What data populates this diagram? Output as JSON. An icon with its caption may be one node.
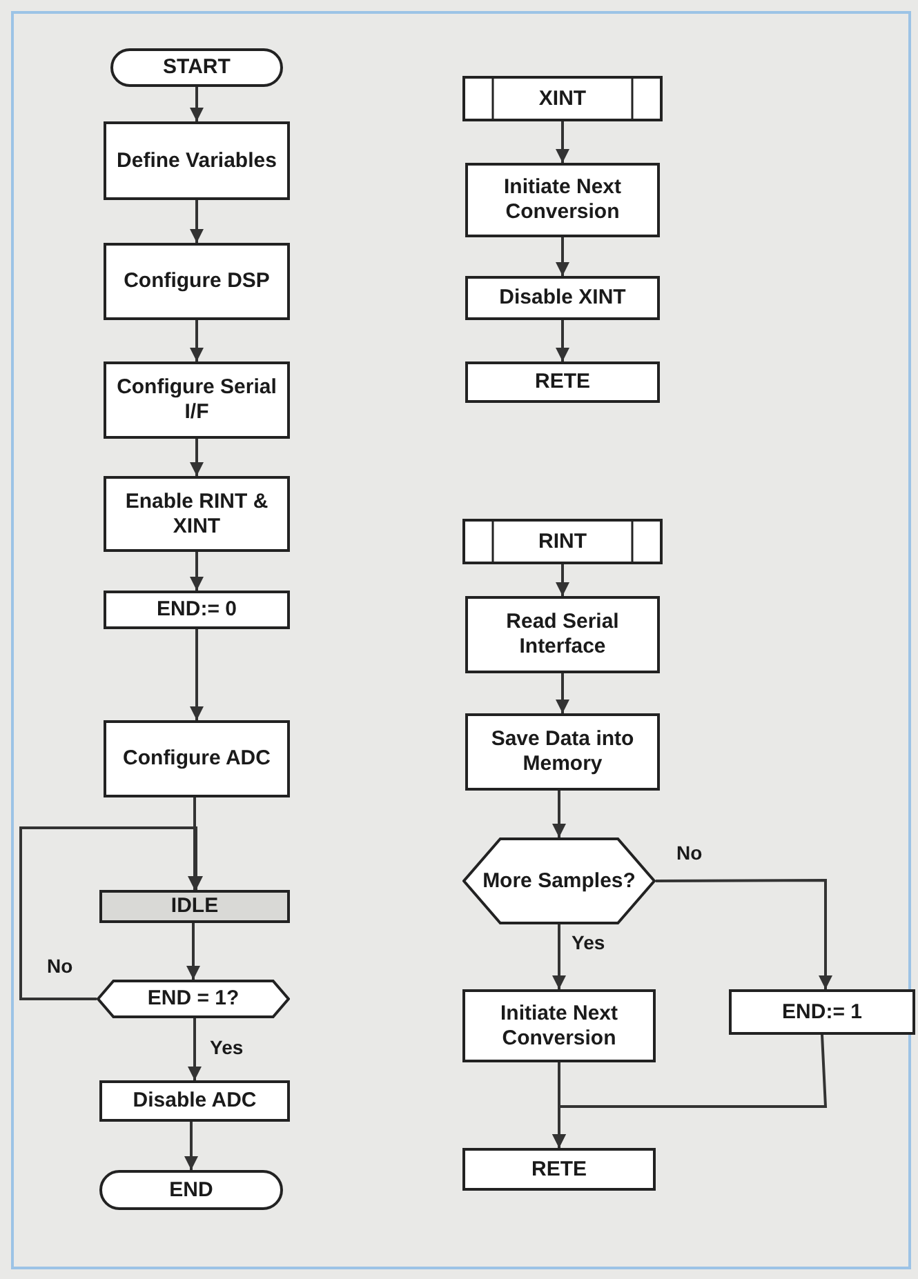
{
  "diagram": {
    "nodes": [
      {
        "text": [
          "START"
        ]
      },
      {
        "text": [
          "Define Variables"
        ]
      },
      {
        "text": [
          "Configure DSP"
        ]
      },
      {
        "text": [
          "Configure Serial I/F"
        ]
      },
      {
        "text": [
          "Enable RINT & XINT"
        ]
      },
      {
        "text": [
          "END:= 0"
        ]
      },
      {
        "text": [
          "Configure ADC"
        ]
      },
      {
        "text": [
          "IDLE"
        ]
      },
      {
        "text": [
          "END = 1?"
        ]
      },
      {
        "text": [
          "Disable ADC"
        ]
      },
      {
        "text": [
          "END"
        ]
      },
      {
        "text": [
          "XINT"
        ]
      },
      {
        "text": [
          "Initiate Next Conversion"
        ]
      },
      {
        "text": [
          "Disable XINT"
        ]
      },
      {
        "text": [
          "RETE"
        ]
      },
      {
        "text": [
          "RINT"
        ]
      },
      {
        "text": [
          "Read Serial Interface"
        ]
      },
      {
        "text": [
          "Save Data into Memory"
        ]
      },
      {
        "text": [
          "More Samples?"
        ]
      },
      {
        "text": [
          "Initiate Next Conversion"
        ]
      },
      {
        "text": [
          "END:= 1"
        ]
      },
      {
        "text": [
          "RETE"
        ]
      }
    ],
    "edges": [
      {
        "from": 0,
        "to": 1,
        "arrow": "to"
      },
      {
        "from": 1,
        "to": 2,
        "arrow": "to"
      },
      {
        "from": 2,
        "to": 3,
        "arrow": "to"
      },
      {
        "from": 3,
        "to": 4,
        "arrow": "to"
      },
      {
        "from": 4,
        "to": 5,
        "arrow": "to"
      },
      {
        "from": 5,
        "to": 6,
        "arrow": "to"
      },
      {
        "from": 6,
        "to": 7,
        "arrow": "to"
      },
      {
        "from": 7,
        "to": 8,
        "arrow": "to"
      },
      {
        "from": 8,
        "to": 7,
        "arrow": "to",
        "label": "No"
      },
      {
        "from": 8,
        "to": 9,
        "arrow": "to",
        "label": "Yes"
      },
      {
        "from": 9,
        "to": 10,
        "arrow": "to"
      },
      {
        "from": 11,
        "to": 12,
        "arrow": "to"
      },
      {
        "from": 12,
        "to": 13,
        "arrow": "to"
      },
      {
        "from": 13,
        "to": 14,
        "arrow": "to"
      },
      {
        "from": 15,
        "to": 16,
        "arrow": "to"
      },
      {
        "from": 16,
        "to": 17,
        "arrow": "to"
      },
      {
        "from": 17,
        "to": 18,
        "arrow": "to"
      },
      {
        "from": 18,
        "to": 19,
        "arrow": "to",
        "label": "Yes"
      },
      {
        "from": 18,
        "to": 20,
        "arrow": "to",
        "label": "No"
      },
      {
        "from": 19,
        "to": 21,
        "arrow": "to"
      },
      {
        "from": 20,
        "to": 21,
        "arrow": "to"
      }
    ]
  }
}
